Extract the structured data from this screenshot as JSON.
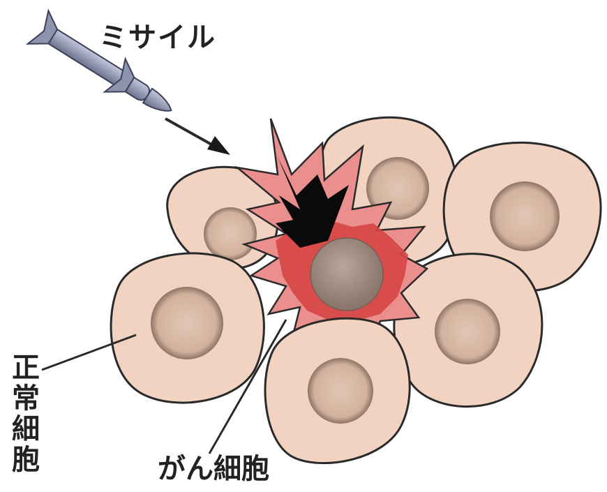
{
  "labels": {
    "missile": "ミサイル",
    "cancer_cell": "がん細胞",
    "normal_cell": "正常細胞"
  },
  "icons": {
    "missile": "missile-icon",
    "explosion": "explosion-icon"
  },
  "colors": {
    "cell_fill": "#f2d2c0",
    "cell_outline": "#2a2a2a",
    "nucleus_outer": "#d6b8a6",
    "nucleus_inner": "#c9a994",
    "explosion_outer": "#ea8e8e",
    "explosion_inner": "#d64545",
    "explosion_core": "#0a0a0a",
    "cancer_nucleus": "#a39187",
    "missile_body": "#9aa2be",
    "text": "#222222"
  }
}
